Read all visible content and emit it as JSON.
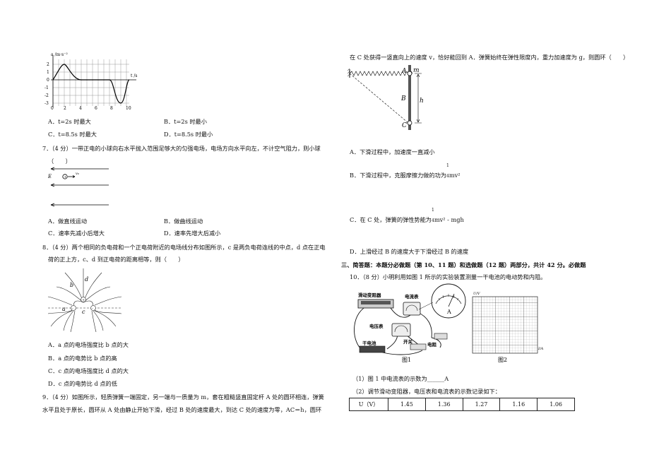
{
  "left": {
    "graph": {
      "ylabel": "a /m·s⁻²",
      "xlabel": "t /s",
      "yticks": [
        "2",
        "1",
        "0",
        "-1",
        "-2",
        "-3"
      ],
      "xticks": [
        "0",
        "2",
        "4",
        "6",
        "8",
        "10"
      ]
    },
    "q6_options": {
      "A": "A．t=2s 时最大",
      "B": "B．t=2s 时最小",
      "C": "C．t=8.5s 时最大",
      "D": "D．t=8.5s 时最小"
    },
    "q7": {
      "stem1": "7．（4 分）一带正电的小球向右水平抛入范围足够大的匀强电场，电场方向水平向左，不计空气阻力，则小球",
      "stem2": "（　　）",
      "fig_E": "E",
      "fig_v": "v₀",
      "A": "A．做直线运动",
      "B": "B．做曲线运动",
      "C": "C．速率先减小后增大",
      "D": "D．速率先增大后减小"
    },
    "q8": {
      "stem1": "8．（4 分）两个相同的负电荷和一个正电荷附近的电场线分布如图所示，c 是两负电荷连线的中点，d 点在正电",
      "stem2": "荷的正上方，c、d 到正电荷的距离相等，则（　　）",
      "fig_labels": {
        "a": "a",
        "b": "b",
        "c": "c",
        "d": "d"
      },
      "A": "A．a 点的电场强度比 b 点的大",
      "B": "B．a 点的电势比 b 点的高",
      "C": "C．c 点的电场强度比 d 点的大",
      "D": "D．c 点的电势比 d 点的低"
    },
    "q9": {
      "stem1": "9．（4 分）如图所示，轻质弹簧一端固定，另一端与一质量为 m，套在粗糙竖直固定杆 A 处的圆环相连，弹簧",
      "stem2": "水平且处于原长，圆环从 A 处由静止开始下滑，经过 B 处的速度最大，到达 C 处的速度为零，AC＝h，圆环"
    }
  },
  "right": {
    "q9_cont": "在 C 处获得一竖直向上的速度 v，恰好能回到 A．弹簧始终在弹性限度内，重力加速度为 g，则圆环（　　）",
    "fig_labels": {
      "A": "A",
      "m": "m",
      "B": "B",
      "h": "h",
      "C": "C"
    },
    "optA": "A．下滑过程中，加速度一直减小",
    "optB_pre": "B．下滑过程中，克服摩擦力做的功为",
    "optB_frac": "1",
    "optB_den": "4",
    "optB_post": "mv²",
    "optC_pre": "C．在 C 处，弹簧的弹性势能为",
    "optC_frac": "1",
    "optC_den": "4",
    "optC_post": "mv² - mgh",
    "optD": "D．上滑经过 B 的速度大于下滑经过 B 的速度",
    "section": "三、简答题：本题分必做题（第 10、11 题）和选做题（12 题）两部分，共计 42 分。必做题",
    "q10_stem": "10．（8 分）小明利用如图 1 所示的实验装置测量一干电池的电动势和内阻。",
    "fig1_labels": {
      "rheostat": "滑动变阻器",
      "ammeter": "电流表",
      "voltmeter": "电压表",
      "battery": "干电池",
      "switch": "开关",
      "resistor": "电阻",
      "meterA": "A",
      "caption": "图1"
    },
    "fig2_labels": {
      "ylabel": "U/V",
      "xlabel": "I/A",
      "caption": "图2"
    },
    "q10_1": "（1）图 1 中电流表的示数为______A",
    "q10_2": "（2）调节滑动变阻器，电压表和电流表的示数记录如下：",
    "table": {
      "header": "U（V）",
      "values": [
        "1.45",
        "1.36",
        "1.27",
        "1.16",
        "1.06"
      ]
    }
  }
}
